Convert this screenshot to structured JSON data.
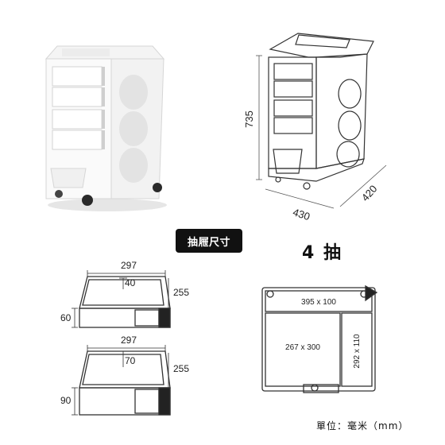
{
  "product_photo": {
    "overall": {
      "height": "735",
      "width": "430",
      "depth": "420"
    }
  },
  "section": {
    "drawer_size_badge": "抽屜尺寸",
    "drawer_count": "4 抽",
    "unit_note": "單位：毫米（mm）"
  },
  "small_drawer": {
    "width": "297",
    "inner": "40",
    "depth": "255",
    "height": "60"
  },
  "large_drawer": {
    "width": "297",
    "inner": "70",
    "depth": "255",
    "height": "90"
  },
  "top_view": {
    "top_compartment": "395 x 100",
    "main_compartment": "267 x 300",
    "side_compartment": "292 x 110"
  },
  "colors": {
    "line": "#333333",
    "product": "#f2f2f2",
    "badge_bg": "#111111"
  }
}
